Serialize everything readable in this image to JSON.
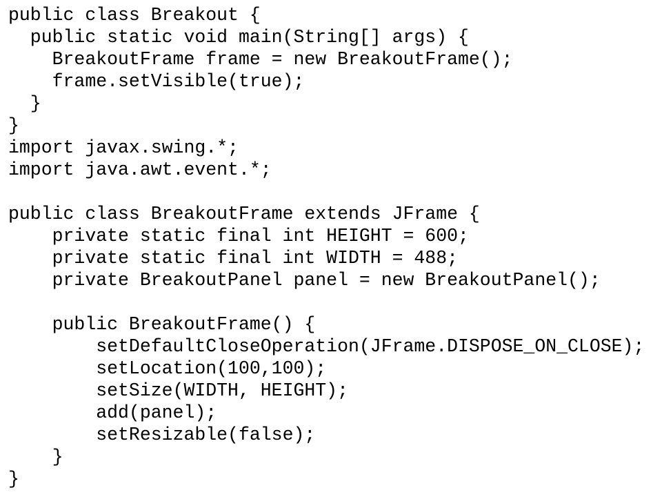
{
  "code": {
    "lines": [
      "public class Breakout {",
      "  public static void main(String[] args) {",
      "    BreakoutFrame frame = new BreakoutFrame();",
      "    frame.setVisible(true);",
      "  }",
      "}",
      "import javax.swing.*;",
      "import java.awt.event.*;",
      "",
      "public class BreakoutFrame extends JFrame {",
      "    private static final int HEIGHT = 600;",
      "    private static final int WIDTH = 488;",
      "    private BreakoutPanel panel = new BreakoutPanel();",
      "",
      "    public BreakoutFrame() {",
      "        setDefaultCloseOperation(JFrame.DISPOSE_ON_CLOSE);",
      "        setLocation(100,100);",
      "        setSize(WIDTH, HEIGHT);",
      "        add(panel);",
      "        setResizable(false);",
      "    }",
      "}"
    ]
  },
  "colors": {
    "background": "#ffffff",
    "text": "#000000"
  }
}
